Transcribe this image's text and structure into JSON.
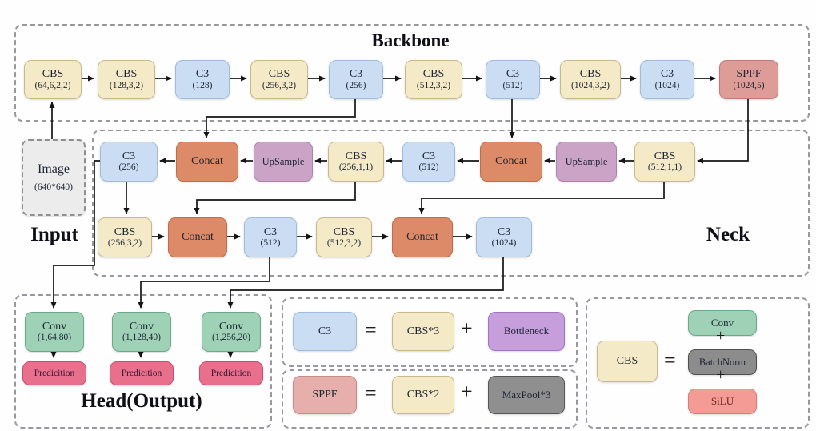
{
  "titles": {
    "backbone": "Backbone",
    "input": "Input",
    "neck": "Neck",
    "head": "Head(Output)"
  },
  "input_node": {
    "label": "Image",
    "params": "(640*640)"
  },
  "backbone": {
    "nodes": [
      {
        "label": "CBS",
        "params": "(64,6,2,2)"
      },
      {
        "label": "CBS",
        "params": "(128,3,2)"
      },
      {
        "label": "C3",
        "params": "(128)"
      },
      {
        "label": "CBS",
        "params": "(256,3,2)"
      },
      {
        "label": "C3",
        "params": "(256)"
      },
      {
        "label": "CBS",
        "params": "(512,3,2)"
      },
      {
        "label": "C3",
        "params": "(512)"
      },
      {
        "label": "CBS",
        "params": "(1024,3,2)"
      },
      {
        "label": "C3",
        "params": "(1024)"
      },
      {
        "label": "SPPF",
        "params": "(1024,5)"
      }
    ]
  },
  "neck": {
    "row1": [
      {
        "label": "C3",
        "params": "(256)"
      },
      {
        "label": "Concat"
      },
      {
        "label": "UpSample"
      },
      {
        "label": "CBS",
        "params": "(256,1,1)"
      },
      {
        "label": "C3",
        "params": "(512)"
      },
      {
        "label": "Concat"
      },
      {
        "label": "UpSample"
      },
      {
        "label": "CBS",
        "params": "(512,1,1)"
      }
    ],
    "row2": [
      {
        "label": "CBS",
        "params": "(256,3,2)"
      },
      {
        "label": "Concat"
      },
      {
        "label": "C3",
        "params": "(512)"
      },
      {
        "label": "CBS",
        "params": "(512,3,2)"
      },
      {
        "label": "Concat"
      },
      {
        "label": "C3",
        "params": "(1024)"
      }
    ]
  },
  "head": {
    "convs": [
      {
        "label": "Conv",
        "params": "(1,64,80)"
      },
      {
        "label": "Conv",
        "params": "(1,128,40)"
      },
      {
        "label": "Conv",
        "params": "(1,256,20)"
      }
    ],
    "prediction": "Predicition"
  },
  "legend": {
    "c3": {
      "left": "C3",
      "equals": "=",
      "first": "CBS*3",
      "plus": "+",
      "second": "Bottleneck"
    },
    "sppf": {
      "left": "SPPF",
      "equals": "=",
      "first": "CBS*2",
      "plus": "+",
      "second": "MaxPool*3"
    },
    "cbs": {
      "left": "CBS",
      "equals": "=",
      "plus": "+",
      "items": [
        "Conv",
        "BatchNorm",
        "SiLU"
      ]
    }
  },
  "colors": {
    "cbs": "#F5EAC8",
    "c3": "#CADDF2",
    "sppf": "#DE9C99",
    "concat": "#DC8A68",
    "upsample": "#CBA3C7",
    "conv": "#9ED1B6",
    "prediction": "#E8708D",
    "bottleneck": "#C69EDC",
    "maxpool": "#8F8F8F",
    "batchnorm": "#8C8C8C",
    "silu": "#F49B96",
    "image": "#ECECEC"
  }
}
